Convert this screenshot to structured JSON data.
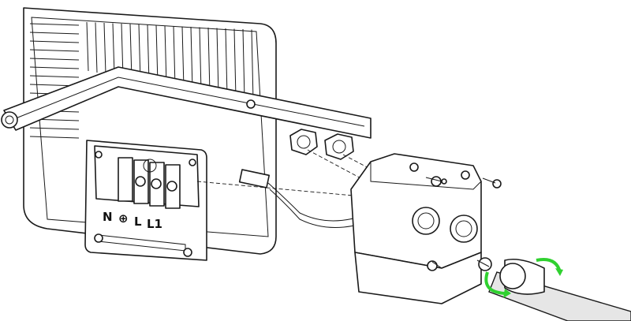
{
  "terminal_labels": {
    "neutral": "N",
    "earth": "⊕",
    "live": "L",
    "live1": "L1"
  },
  "colors": {
    "line": "#1a1a1a",
    "arrow_accent": "#2fd12f",
    "cable": "#e6e6e6"
  }
}
